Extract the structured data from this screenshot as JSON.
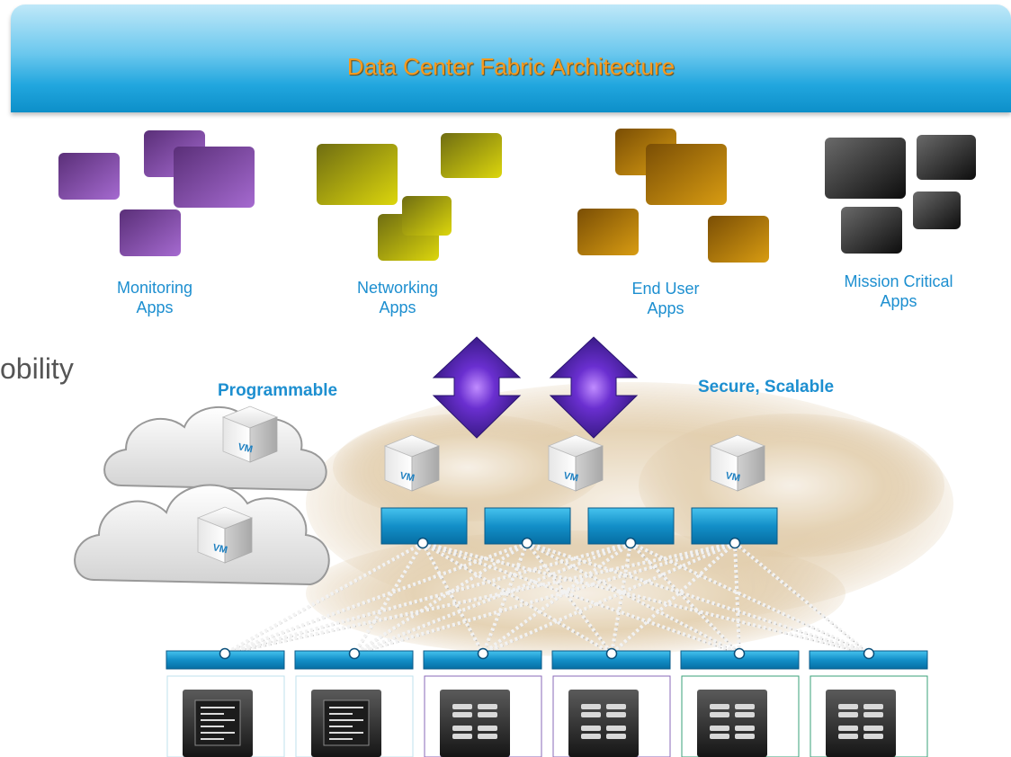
{
  "banner": {
    "title": "Data Center Fabric Architecture"
  },
  "apps": [
    {
      "line1": "Monitoring",
      "line2": "Apps"
    },
    {
      "line1": "Networking",
      "line2": "Apps"
    },
    {
      "line1": "End User",
      "line2": "Apps"
    },
    {
      "line1": "Mission Critical",
      "line2": "Apps"
    }
  ],
  "labels": {
    "left": "Programmable",
    "right": "Secure, Scalable",
    "cut_off": "obility"
  },
  "vm_text": "VM",
  "colors": {
    "banner": "#21a6de",
    "title": "#f79a1e",
    "label": "#1d8fd0",
    "arrow": "#4a22a0",
    "purple": "#8a4fb0",
    "olive": "#c4c012",
    "gold": "#c98a0c",
    "black": "#2a2a2a"
  }
}
